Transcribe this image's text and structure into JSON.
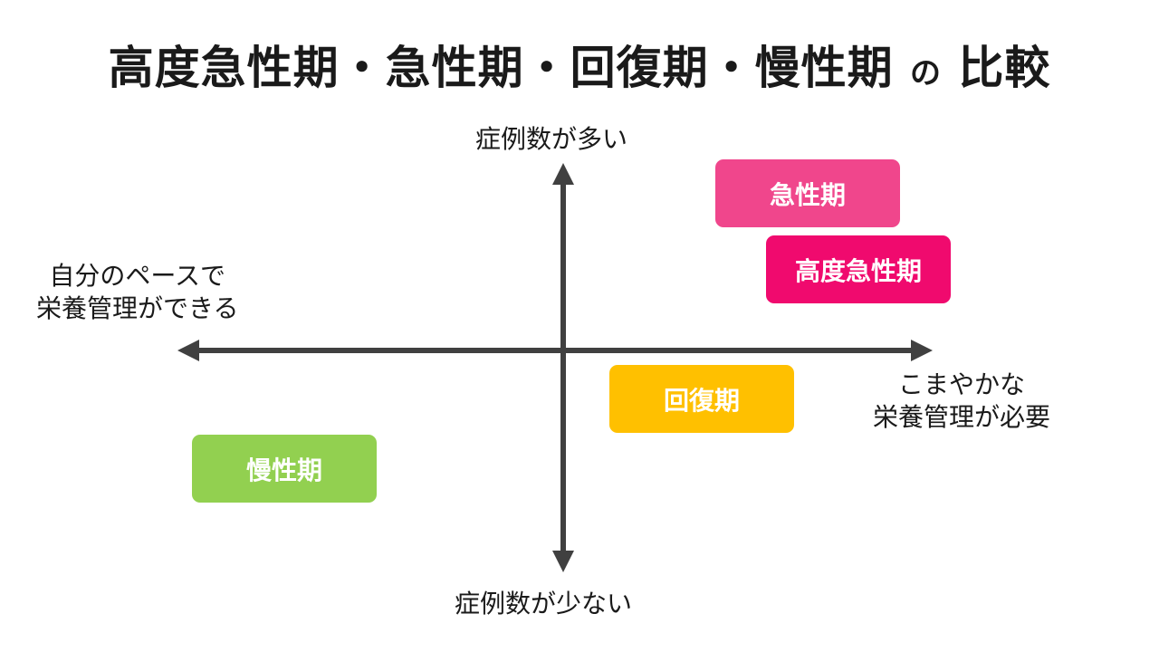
{
  "title": {
    "part1": "高度急性期・急性期・回復期・慢性期",
    "connector": "の",
    "part2": "比較"
  },
  "axes": {
    "top_label": "症例数が多い",
    "bottom_label": "症例数が少ない",
    "left_label_line1": "自分のペースで",
    "left_label_line2": "栄養管理ができる",
    "right_label_line1": "こまやかな",
    "right_label_line2": "栄養管理が必要",
    "color": "#404040"
  },
  "boxes": [
    {
      "label": "急性期",
      "color": "#F0468C"
    },
    {
      "label": "高度急性期",
      "color": "#F00A6E"
    },
    {
      "label": "回復期",
      "color": "#FFC000"
    },
    {
      "label": "慢性期",
      "color": "#92D050"
    }
  ]
}
